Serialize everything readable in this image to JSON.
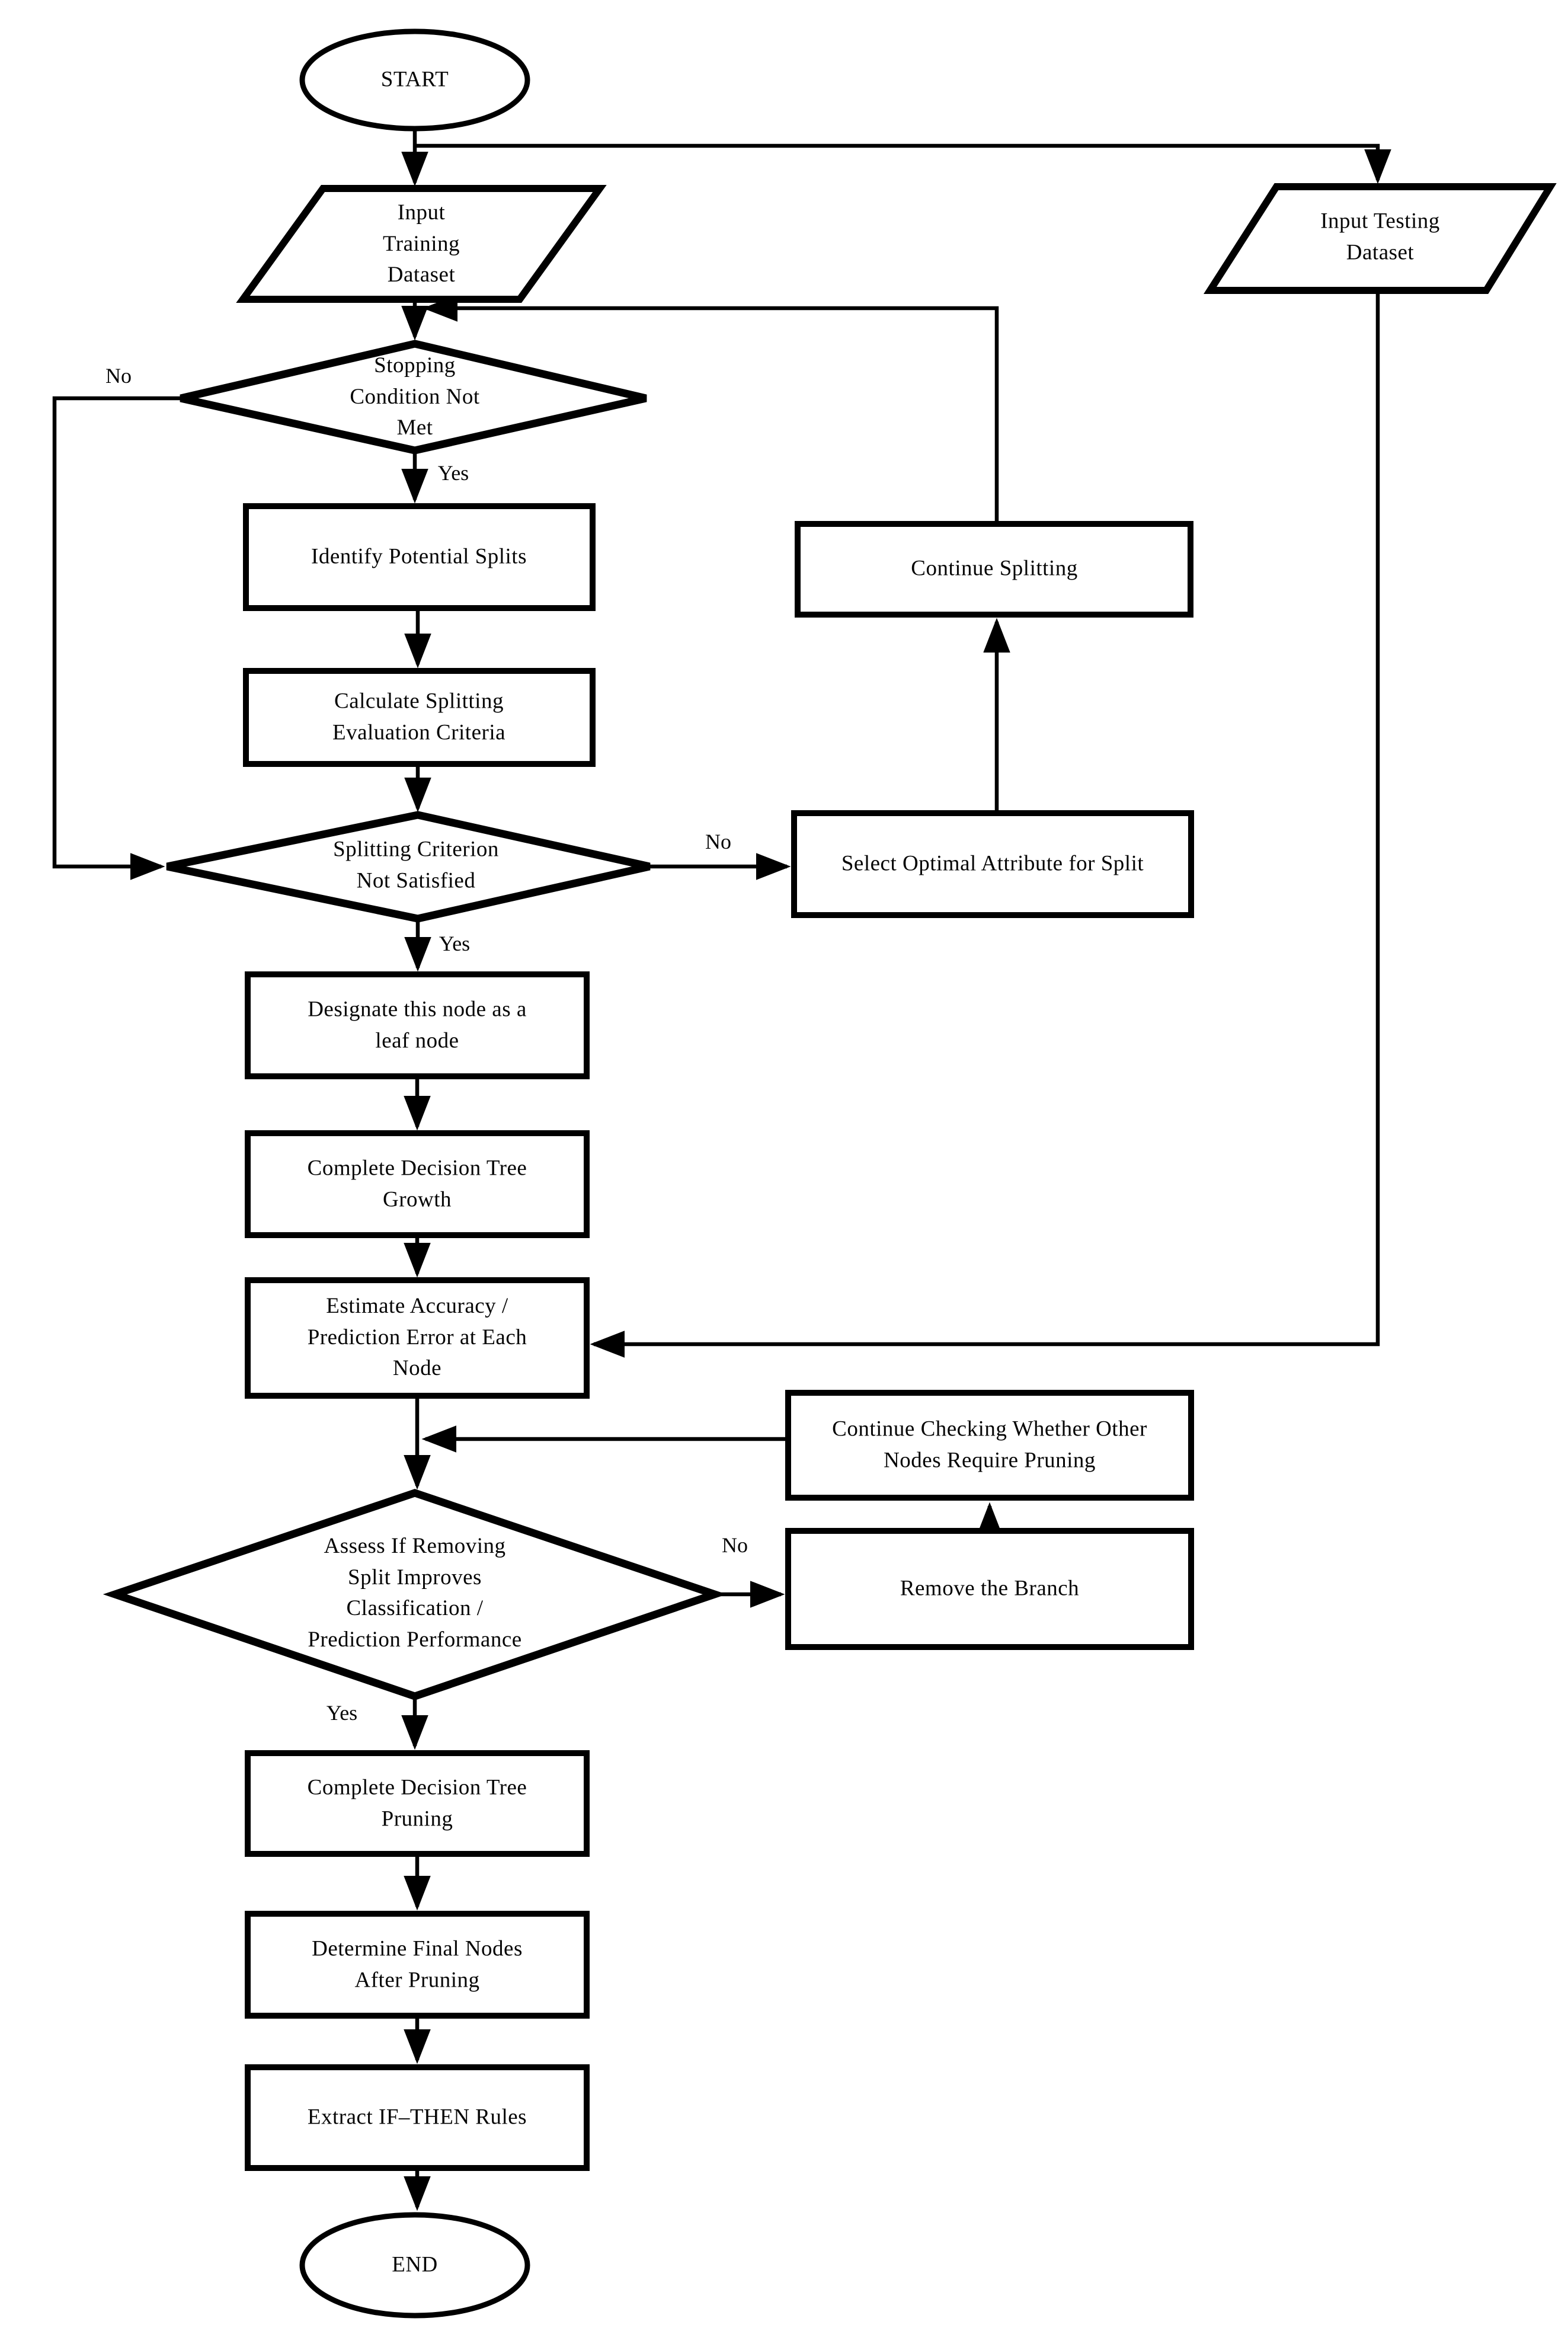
{
  "nodes": {
    "start": {
      "label": "START"
    },
    "input_training": {
      "label": "Input\nTraining\nDataset"
    },
    "input_testing": {
      "label": "Input Testing\nDataset"
    },
    "stopping_condition": {
      "label": "Stopping\nCondition Not\nMet"
    },
    "identify_splits": {
      "label": "Identify Potential Splits"
    },
    "calculate_criteria": {
      "label": "Calculate Splitting\nEvaluation Criteria"
    },
    "splitting_criterion": {
      "label": "Splitting Criterion\nNot Satisfied"
    },
    "select_optimal": {
      "label": "Select Optimal Attribute for Split"
    },
    "continue_splitting": {
      "label": "Continue Splitting"
    },
    "designate_leaf": {
      "label": "Designate this node as a\nleaf node"
    },
    "complete_growth": {
      "label": "Complete Decision Tree\nGrowth"
    },
    "estimate_accuracy": {
      "label": "Estimate Accuracy /\nPrediction Error at Each\nNode"
    },
    "assess_pruning": {
      "label": "Assess If Removing\nSplit Improves\nClassification /\nPrediction Performance"
    },
    "remove_branch": {
      "label": "Remove the Branch"
    },
    "continue_checking": {
      "label": "Continue Checking Whether Other\nNodes Require Pruning"
    },
    "complete_pruning": {
      "label": "Complete Decision Tree\nPruning"
    },
    "determine_final": {
      "label": "Determine Final Nodes\nAfter Pruning"
    },
    "extract_rules": {
      "label": "Extract IF–THEN Rules"
    },
    "end": {
      "label": "END"
    }
  },
  "edge_labels": {
    "stopping_no": "No",
    "stopping_yes": "Yes",
    "criterion_no": "No",
    "criterion_yes": "Yes",
    "assess_no": "No",
    "assess_yes": "Yes"
  },
  "colors": {
    "ink": "#000000",
    "background": "#ffffff"
  }
}
